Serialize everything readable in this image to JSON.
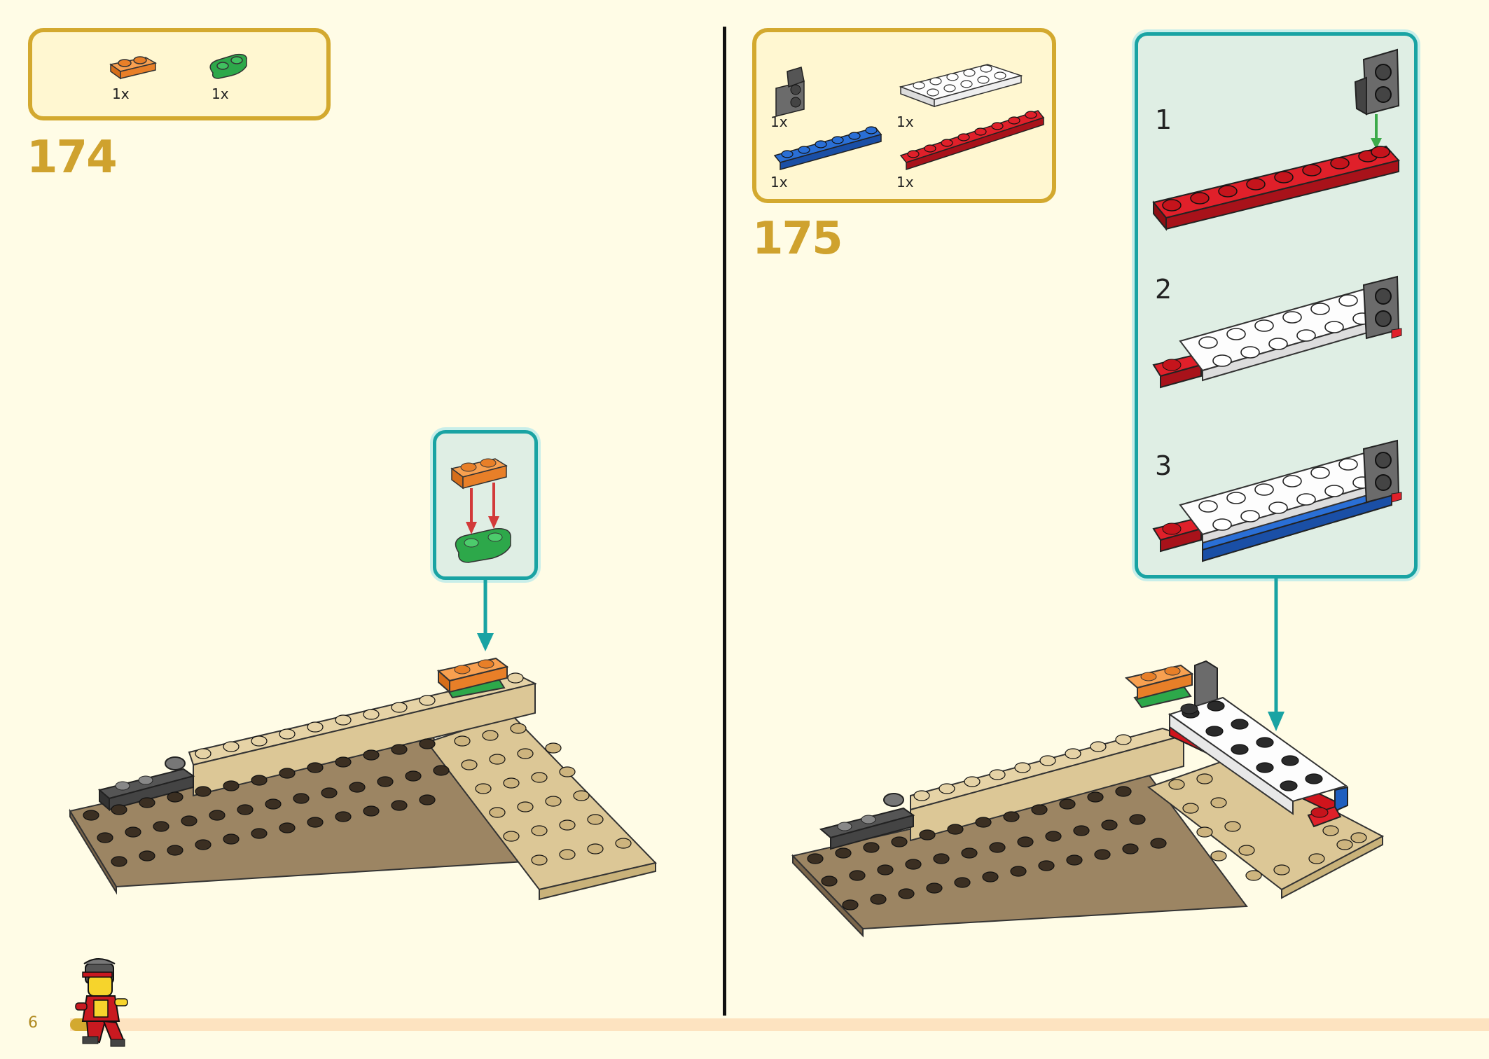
{
  "page": {
    "number": "6"
  },
  "step174": {
    "number": "174",
    "parts": [
      {
        "name": "orange 1x2 plate",
        "qty": "1x",
        "color": "#f08a2c"
      },
      {
        "name": "green 1x2 rounded plate",
        "qty": "1x",
        "color": "#2da84a"
      }
    ]
  },
  "step175": {
    "number": "175",
    "parts": [
      {
        "name": "dark grey bracket",
        "qty": "1x",
        "color": "#6b6b6b"
      },
      {
        "name": "white 2x6 plate",
        "qty": "1x",
        "color": "#ffffff"
      },
      {
        "name": "blue 1x6 plate",
        "qty": "1x",
        "color": "#1f5fbf"
      },
      {
        "name": "red 1x8 plate",
        "qty": "1x",
        "color": "#d0141c"
      }
    ],
    "substeps": [
      {
        "label": "1"
      },
      {
        "label": "2"
      },
      {
        "label": "3"
      }
    ]
  },
  "colors": {
    "accent_gold": "#d3a92f",
    "callout_teal": "#19a3a3",
    "arrow_red": "#d23a3a",
    "arrow_green": "#3caa4a",
    "tan": "#dcc796",
    "dark_tan": "#9c8563"
  }
}
